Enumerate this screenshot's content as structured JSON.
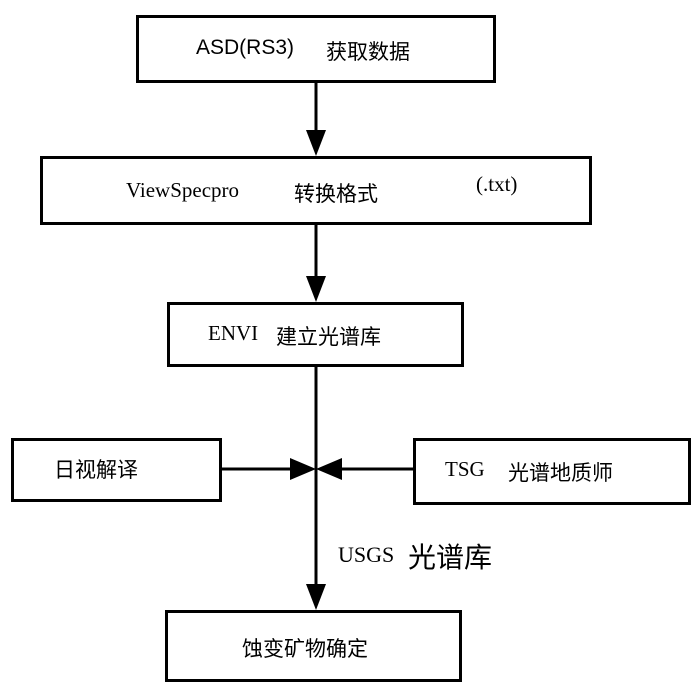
{
  "nodes": {
    "asd": {
      "part1": "ASD(RS3)",
      "part2": "获取数据"
    },
    "viewspec": {
      "part1": "ViewSpecpro",
      "part2": "转换格式",
      "part3": "(.txt)"
    },
    "envi": {
      "part1": "ENVI",
      "part2": "建立光谱库"
    },
    "visual": {
      "text": "日视解译"
    },
    "tsg": {
      "part1": "TSG",
      "part2": "光谱地质师"
    },
    "final": {
      "text": "蚀变矿物确定"
    }
  },
  "annotation": {
    "usgs_a": "USGS",
    "usgs_b": "光谱库"
  }
}
